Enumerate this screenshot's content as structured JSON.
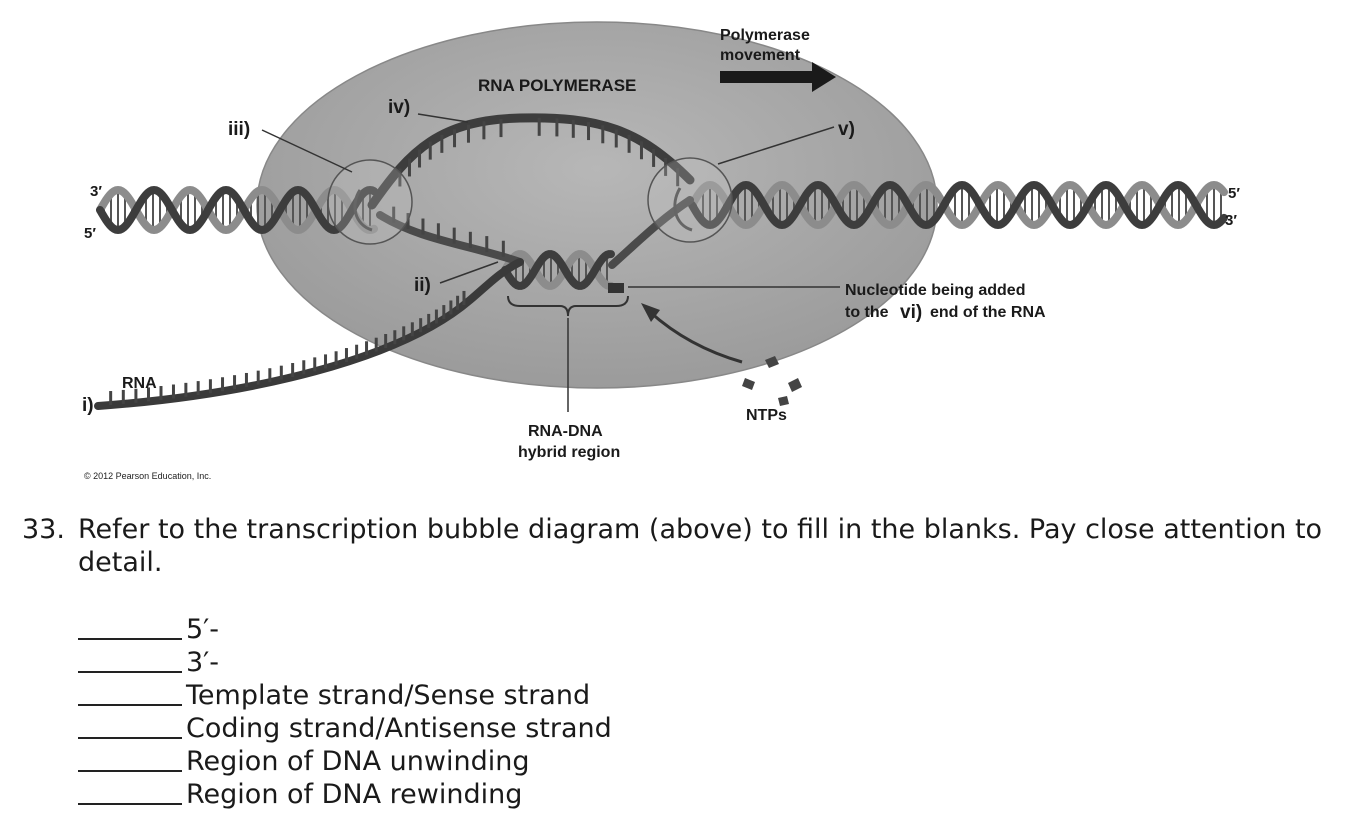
{
  "figure": {
    "title": "RNA POLYMERASE",
    "movement_label": [
      "Polymerase",
      "movement"
    ],
    "marker_i": "i)",
    "marker_ii": "ii)",
    "marker_iii": "iii)",
    "marker_iv": "iv)",
    "marker_v": "v)",
    "marker_vi": "vi)",
    "left_top_end": "3′",
    "left_bottom_end": "5′",
    "right_top_end": "5′",
    "right_bottom_end": "3′",
    "rna_label": "RNA",
    "nucleotide_label_line1": "Nucleotide being added",
    "nucleotide_label_prefix": "to the",
    "nucleotide_label_suffix": "end of the RNA",
    "hybrid_label": [
      "RNA-DNA",
      "hybrid region"
    ],
    "ntp_label": "NTPs",
    "copyright": "© 2012 Pearson Education, Inc.",
    "colors": {
      "polymerase": "#a9a9a9",
      "strand": "#3d3d3d",
      "strand_light": "#8c8c8c"
    }
  },
  "question": {
    "number": "33.",
    "text": "Refer to the transcription bubble diagram (above) to fill in the blanks. Pay close attention to detail.",
    "options": [
      "5′-",
      "3′-",
      "Template strand/Sense strand",
      "Coding strand/Antisense strand",
      "Region of DNA unwinding",
      "Region of DNA rewinding"
    ]
  }
}
